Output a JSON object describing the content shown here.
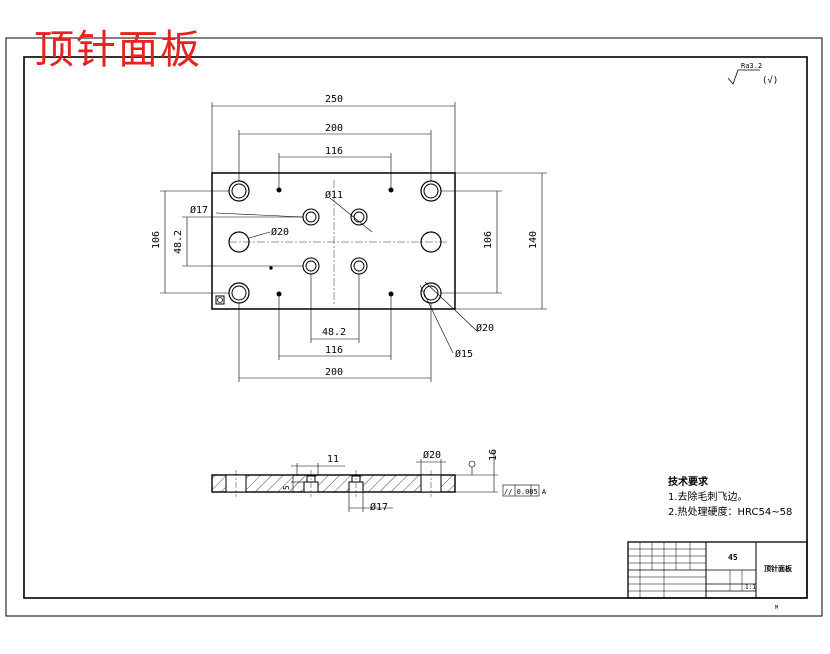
{
  "drawing": {
    "title": "顶针面板",
    "surface_finish": "Ra3.2",
    "surface_finish_suffix": "(√)",
    "dims_top": {
      "overall_width": "250",
      "hole_spacing_outer": "200",
      "hole_spacing_inner": "116",
      "dia_11": "Ø11",
      "dia_17": "Ø17",
      "dia_20_left": "Ø20",
      "height_left": "106",
      "offset_left": "48.2",
      "height_right": "106",
      "height_overall": "140",
      "spacing_48": "48.2",
      "bottom_116": "116",
      "bottom_200": "200",
      "dia_20_br": "Ø20",
      "dia_15": "Ø15"
    },
    "dims_section": {
      "width_11": "11",
      "dia_20": "Ø20",
      "thickness": "16",
      "depth_5": "5",
      "dia_17": "Ø17",
      "flatness": "// 0.005 A"
    },
    "notes": {
      "heading": "技术要求",
      "line1": "1.去除毛刺飞边。",
      "line2": "2.热处理硬度：HRC54~58"
    },
    "title_block": {
      "material": "45",
      "part_name": "顶针面板",
      "scale": "1:1",
      "small_mark": "M"
    }
  }
}
